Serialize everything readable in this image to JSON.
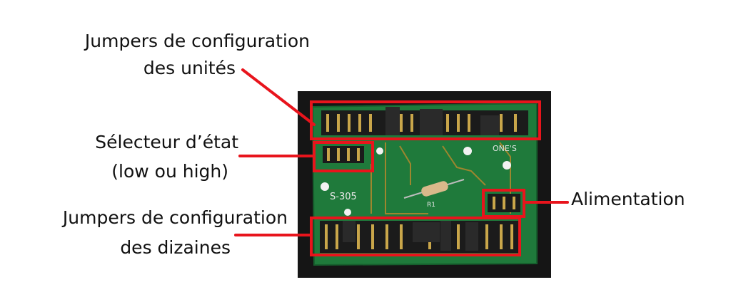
{
  "labels": {
    "units_line1": "Jumpers de configuration",
    "units_line2": "des unités",
    "selector_line1": "Sélecteur d’état",
    "selector_line2": "(low ou high)",
    "tens_line1": "Jumpers de configuration",
    "tens_line2": "des dizaines",
    "power": "Alimentation"
  },
  "board_marks": {
    "silkscreen_part": "S-305",
    "silkscreen_ones": "ONE'S",
    "resistor": "R1"
  },
  "colors": {
    "annotation": "#e8141c",
    "board": "#1e7a3c",
    "background_photo": "#151515"
  }
}
